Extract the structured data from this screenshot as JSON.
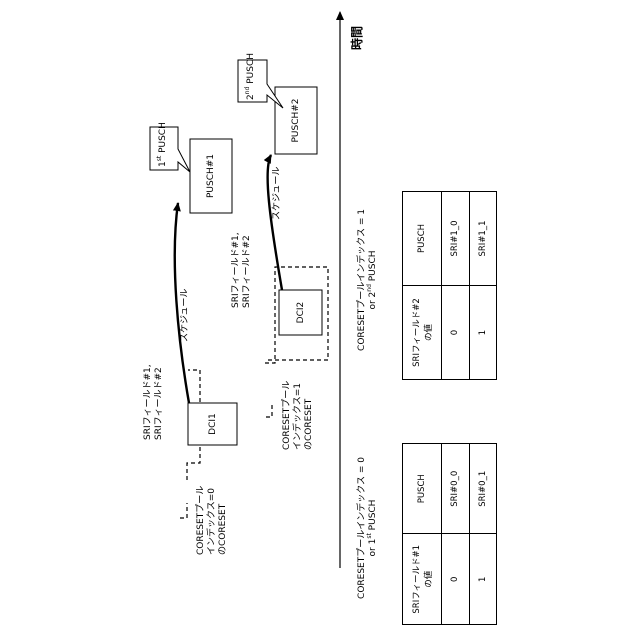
{
  "time_axis_label": "時間",
  "coreset0": {
    "dci_label": "DCI1",
    "caption_lines": [
      "CORESETプール",
      "インデックス=0",
      "のCORESET"
    ],
    "sri_lines": [
      "SRIフィールド#1,",
      "SRIフィールド#2"
    ],
    "schedule_label": "スケジュール",
    "pusch_box": "PUSCH#1",
    "callout_prefix": "1",
    "callout_sup": "st",
    "callout_suffix": " PUSCH"
  },
  "coreset1": {
    "dci_label": "DCI2",
    "caption_lines": [
      "CORESETプール",
      "インデックス=1",
      "のCORESET"
    ],
    "sri_lines": [
      "SRIフィールド#1,",
      "SRIフィールド#2"
    ],
    "schedule_label": "スケジュール",
    "pusch_box": "PUSCH#2",
    "callout_prefix": "2",
    "callout_sup": "nd",
    "callout_suffix": " PUSCH"
  },
  "table0": {
    "title_line1": "CORESETプールインデックス = 0",
    "title_line2_pre": "or 1",
    "title_line2_sup": "st",
    "title_line2_post": " PUSCH",
    "header": [
      "SRIフィールド#1",
      "の値",
      "PUSCH"
    ],
    "rows": [
      [
        "0",
        "SRI#0_0"
      ],
      [
        "1",
        "SRI#0_1"
      ]
    ]
  },
  "table1": {
    "title_line1": "CORESETプールインデックス = 1",
    "title_line2_pre": "or 2",
    "title_line2_sup": "nd",
    "title_line2_post": " PUSCH",
    "header": [
      "SRIフィールド#2",
      "の値",
      "PUSCH"
    ],
    "rows": [
      [
        "0",
        "SRI#1_0"
      ],
      [
        "1",
        "SRI#1_1"
      ]
    ]
  }
}
